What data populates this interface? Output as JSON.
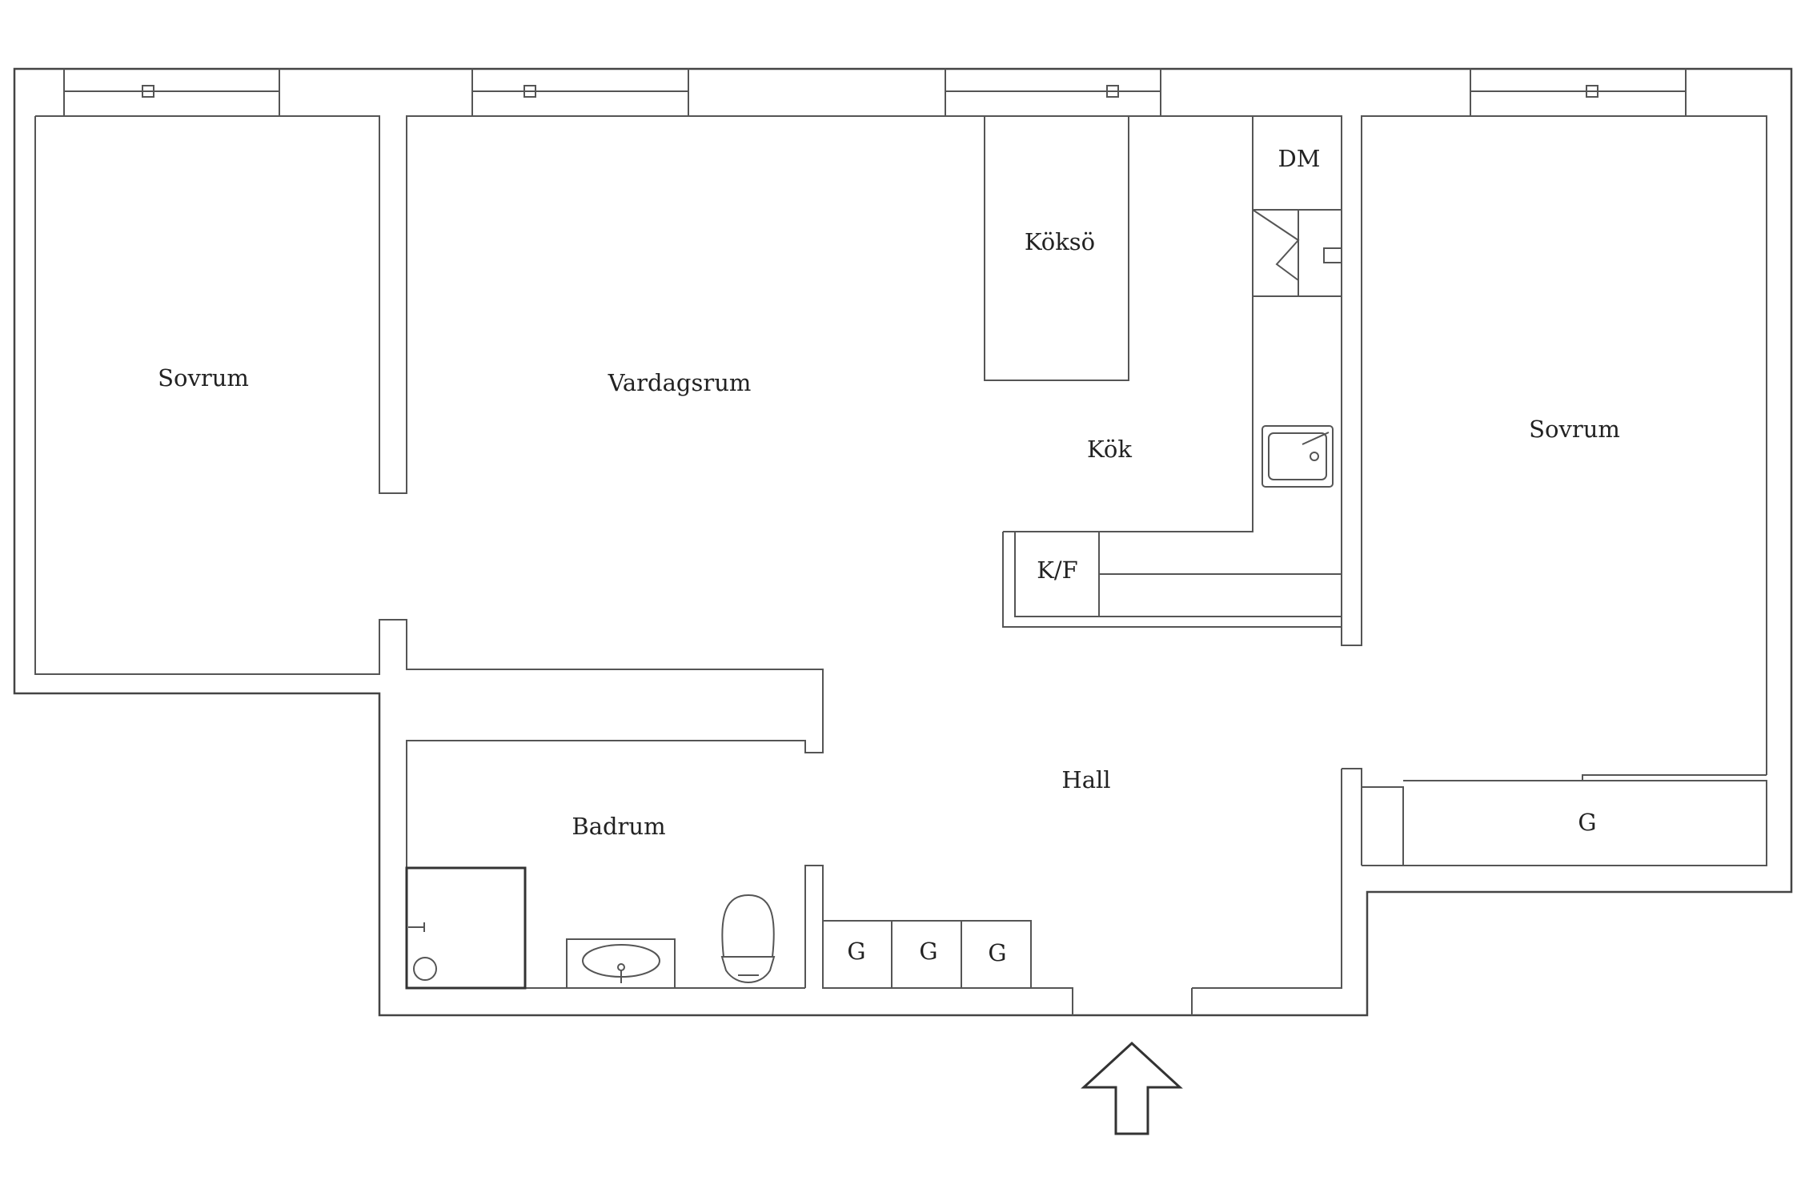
{
  "rooms": {
    "sovrum_left": "Sovrum",
    "vardagsrum": "Vardagsrum",
    "kokso": "Köksö",
    "dm": "DM",
    "kok": "Kök",
    "kf": "K/F",
    "sovrum_right": "Sovrum",
    "hall": "Hall",
    "badrum": "Badrum",
    "g_hall_1": "G",
    "g_hall_2": "G",
    "g_hall_3": "G",
    "g_bedroom": "G"
  },
  "icons": {
    "entrance": "entrance-arrow-icon",
    "window": "window-icon",
    "sink": "sink-icon",
    "toilet": "toilet-icon",
    "shower": "shower-icon",
    "stove": "stove-icon"
  },
  "colors": {
    "wall": "#444444",
    "background": "#ffffff",
    "label": "#222222"
  }
}
